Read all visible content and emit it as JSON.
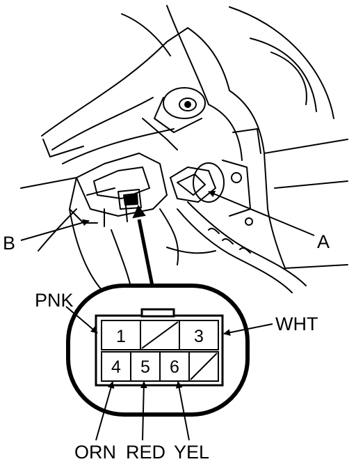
{
  "callouts": {
    "a": "A",
    "b": "B"
  },
  "wire_colors": {
    "pin1": "PNK",
    "pin3": "WHT",
    "pin4": "ORN",
    "pin5": "RED",
    "pin6": "YEL"
  },
  "connector": {
    "cavities": [
      {
        "label": "1",
        "blank": false
      },
      {
        "label": "",
        "blank": true
      },
      {
        "label": "3",
        "blank": false
      },
      {
        "label": "4",
        "blank": false
      },
      {
        "label": "5",
        "blank": false
      },
      {
        "label": "6",
        "blank": false
      },
      {
        "label": "",
        "blank": true
      }
    ]
  }
}
